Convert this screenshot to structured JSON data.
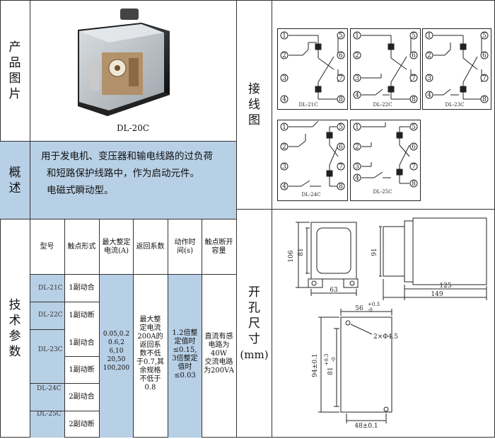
{
  "row_labels": {
    "product_image": [
      "产",
      "品",
      "图",
      "片"
    ],
    "overview": [
      "概",
      "述"
    ],
    "specs": [
      "技",
      "术",
      "参",
      "数"
    ],
    "wiring": [
      "接",
      "线",
      "图"
    ],
    "cutout": [
      "开",
      "孔",
      "尺",
      "寸"
    ],
    "cutout_unit": "(mm)"
  },
  "product": {
    "model": "DL-20C"
  },
  "overview": {
    "line1": "用于发电机、变压器和输电线路的过负荷",
    "line2": "和短路保护线路中，作为启动元件。",
    "line3": "电磁式瞬动型。"
  },
  "specs_table": {
    "headers": {
      "model": "型号",
      "contact": "触点形式",
      "rated_current": "最大整定电流(A)",
      "return_coef": "返回系数",
      "action_time": "动作时间(s)",
      "break_capacity": "触点断开容量"
    },
    "models": [
      "DL-21C",
      "DL-22C",
      "DL-23C",
      "DL-24C",
      "DL-25C"
    ],
    "contacts": [
      "1副动合",
      "1副动断",
      "1副动合",
      "1副动断",
      "2副动合",
      "2副动断"
    ],
    "current_values": [
      "0.05,0.2",
      "0.6,2",
      "6,10",
      "20,50",
      "100,200"
    ],
    "return_text": [
      "最大整",
      "定电流",
      "200A的",
      "返回系",
      "数不低",
      "于0.7,其",
      "余规格",
      "不低于",
      "0.8"
    ],
    "time_text": [
      "1.2倍整",
      "定值时",
      "≤0.15,",
      "3倍整定",
      "值时",
      "≤0.03"
    ],
    "capacity_text": [
      "直流有感",
      "电路为",
      "40W",
      "交流电路",
      "为200VA"
    ]
  },
  "wiring": {
    "diagrams": [
      "DL-21C",
      "DL-22C",
      "DL-23C",
      "DL-24C",
      "DL-25C"
    ],
    "terminals": [
      "1",
      "2",
      "3",
      "4",
      "5",
      "6",
      "7",
      "8"
    ]
  },
  "dimensions": {
    "front_height_outer": "106",
    "front_height_inner": "81",
    "front_width": "63",
    "side_height": "91",
    "side_depth_1": "125",
    "side_depth_2": "149",
    "cut_width": "56",
    "cut_width_tol_upper": "+0.3",
    "cut_width_tol_lower": "-0",
    "hole_note": "2×Φ4.5",
    "cut_height": "94±0.1",
    "cut_height_inner": "81",
    "cut_height_inner_tol_upper": "+0.3",
    "cut_height_inner_tol_lower": "-0",
    "cut_bottom": "48±0.1"
  }
}
